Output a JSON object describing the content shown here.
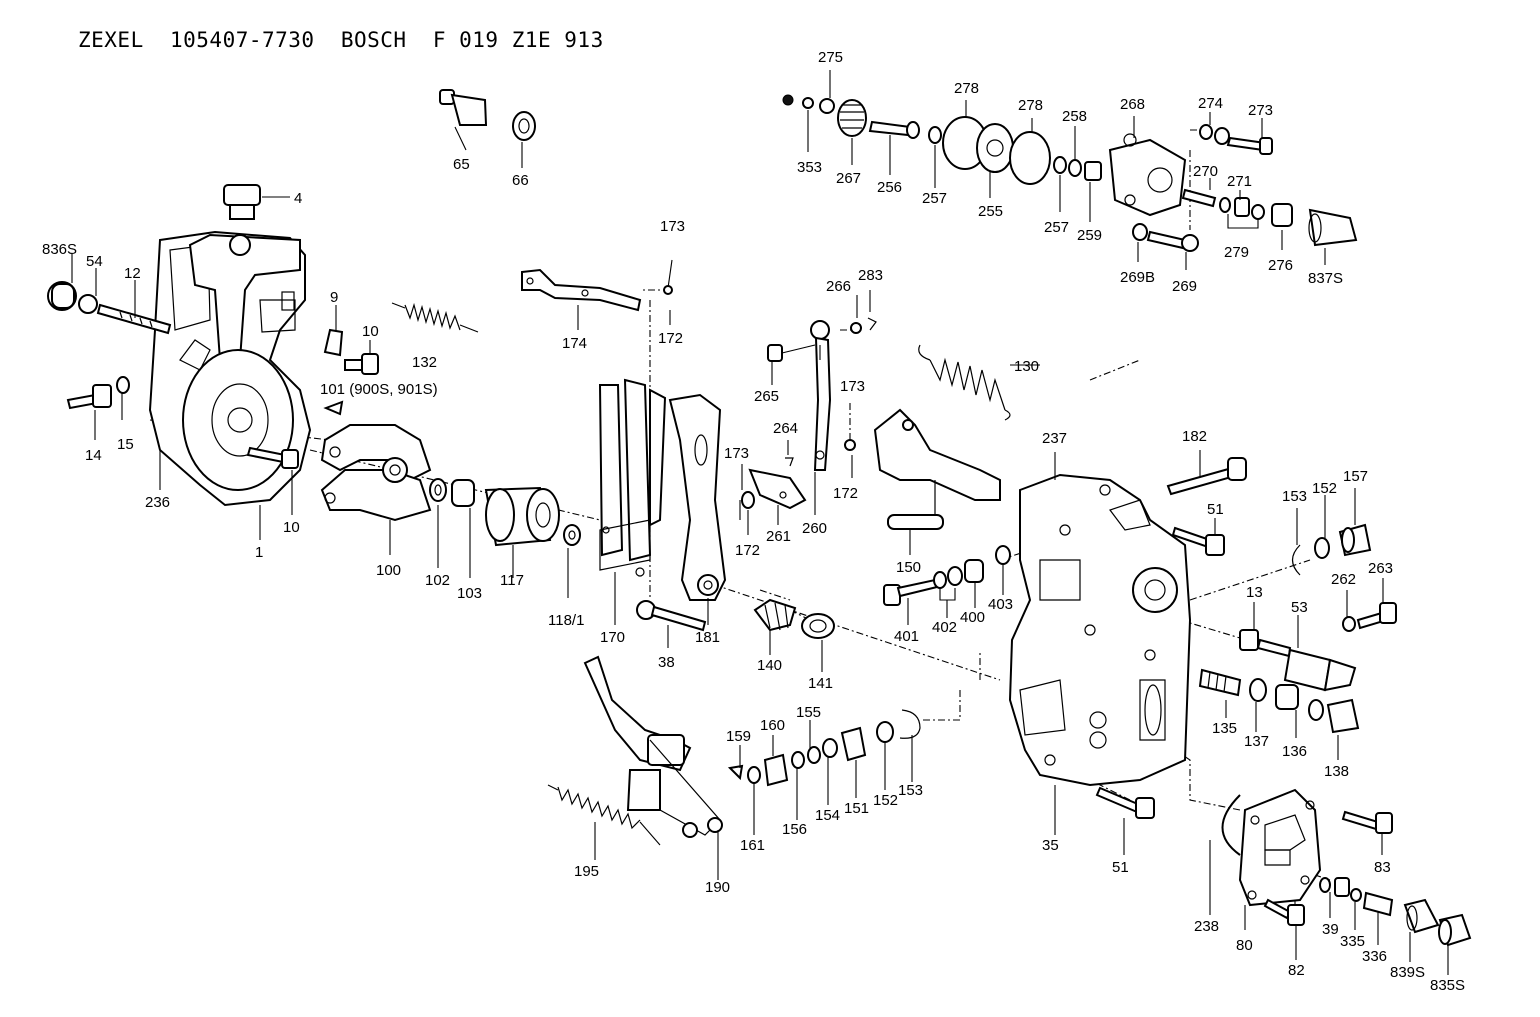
{
  "header": {
    "title": "ZEXEL  105407-7730  BOSCH  F 019 Z1E 913"
  },
  "labels": {
    "p1": "1",
    "p4": "4",
    "p9": "9",
    "p10a": "10",
    "p10b": "10",
    "p12": "12",
    "p13": "13",
    "p14": "14",
    "p15": "15",
    "p35": "35",
    "p38": "38",
    "p39": "39",
    "p51a": "51",
    "p51b": "51",
    "p53": "53",
    "p54": "54",
    "p65": "65",
    "p66": "66",
    "p80": "80",
    "p82": "82",
    "p83": "83",
    "p100": "100",
    "p101": "101 (900S, 901S)",
    "p102": "102",
    "p103": "103",
    "p117": "117",
    "p118": "118/1",
    "p130": "130",
    "p132": "132",
    "p135": "135",
    "p136": "136",
    "p137": "137",
    "p138": "138",
    "p140": "140",
    "p141": "141",
    "p150": "150",
    "p151": "151",
    "p152a": "152",
    "p152b": "152",
    "p153a": "153",
    "p153b": "153",
    "p154": "154",
    "p155": "155",
    "p156": "156",
    "p157": "157",
    "p159": "159",
    "p160": "160",
    "p161": "161",
    "p170": "170",
    "p172a": "172",
    "p172b": "172",
    "p172c": "172",
    "p173a": "173",
    "p173b": "173",
    "p173c": "173",
    "p174": "174",
    "p181": "181",
    "p182": "182",
    "p190": "190",
    "p195": "195",
    "p236": "236",
    "p237": "237",
    "p238": "238",
    "p255": "255",
    "p256": "256",
    "p257a": "257",
    "p257b": "257",
    "p258": "258",
    "p259": "259",
    "p260": "260",
    "p261": "261",
    "p262": "262",
    "p263": "263",
    "p264": "264",
    "p265": "265",
    "p266": "266",
    "p267": "267",
    "p268": "268",
    "p269": "269",
    "p269b": "269B",
    "p270": "270",
    "p271": "271",
    "p273": "273",
    "p274": "274",
    "p275": "275",
    "p276": "276",
    "p278a": "278",
    "p278b": "278",
    "p279": "279",
    "p283": "283",
    "p335": "335",
    "p336": "336",
    "p353": "353",
    "p400": "400",
    "p401": "401",
    "p402": "402",
    "p403": "403",
    "p835s": "835S",
    "p836s": "836S",
    "p837s": "837S",
    "p839s": "839S"
  }
}
